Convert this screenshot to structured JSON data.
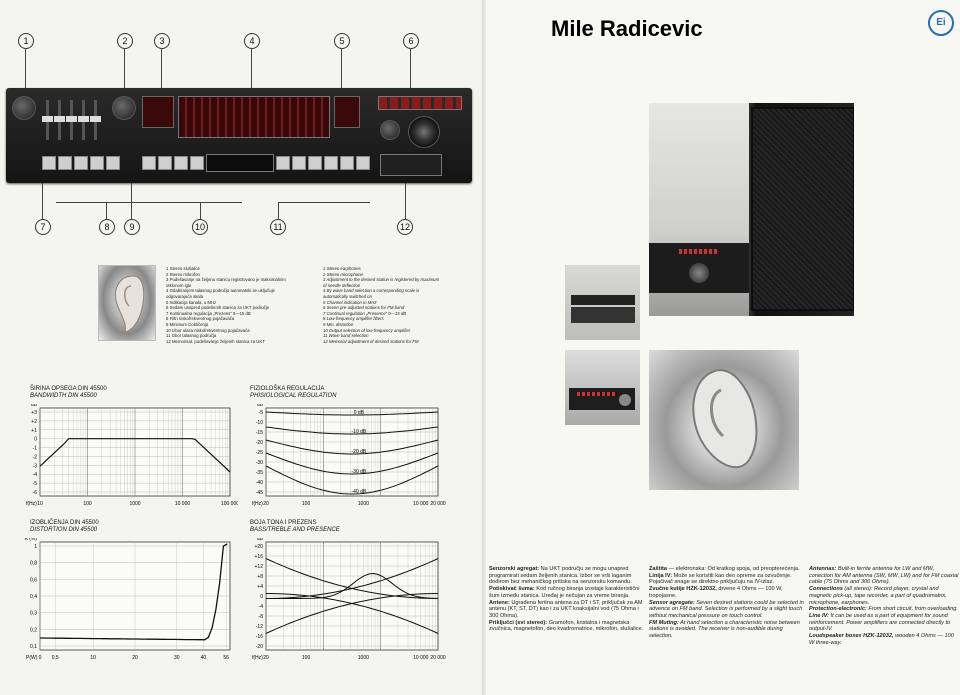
{
  "header": {
    "title": "Mile Radicevic",
    "logo": "Ei"
  },
  "device": {
    "callouts": [
      "1",
      "2",
      "3",
      "4",
      "5",
      "6",
      "7",
      "8",
      "9",
      "10",
      "11",
      "12"
    ]
  },
  "legend_sr": [
    "1 Stereo slušalice",
    "2 Stereo mikrofon",
    "3 Podešavanje na željenu stanicu registrovano je maksimalnim",
    "   otklonom igle",
    "4 Odabiranjem talasnog područja automatski se uključuje",
    "   odgovarajuća skala",
    "5 Indikacija kanala, u MHz",
    "6 Sedam unapred podešenih stanica za UKT područje",
    "7 Kontinualna regulacija „Prezens“ 0—15 dB",
    "8 Filtri niskofrekventnog pojačavača",
    "9 Minimum izobličenja",
    "10 Izbor ulaza niskofrekventnog pojačavača",
    "11 Izbor talasnog područja",
    "12 Memorisat. podešavanje željenih stanica za UKT"
  ],
  "legend_en": [
    "1 Stereo earphones",
    "2 Stereo microphone",
    "3 Adjustment to the desired station is registered by maximum",
    "   of needle deflection",
    "4 By wave band selection a corresponding scale is",
    "   automatically switched on",
    "5 Channel indication in MHz",
    "6 Seven pre-adjusted stations for FM band",
    "7 Continual regulation „Presence“ 0—15 dB",
    "8 Low-frequency amplifier filters",
    "9 Min. distortion",
    "10 Output selection of low-frequency amplifier",
    "11 Wave band selection",
    "12 Memorial adjustment of desired stations for FM"
  ],
  "graphs": {
    "bandwidth": {
      "title": "ŠIRINA OPSEGA DIN 45500",
      "subtitle": "BANDWIDTH DIN 45500",
      "ylabel": "dB",
      "xunit": "f(Hz)",
      "yticks": [
        "+3",
        "+2",
        "+1",
        "0",
        "-1",
        "-2",
        "-3",
        "-4",
        "-5",
        "-6"
      ],
      "xticks": [
        "10",
        "100",
        "1000",
        "10 000",
        "100 000"
      ]
    },
    "physiological": {
      "title": "FIZIOLOŠKA REGULACIJA",
      "subtitle": "PHISIOLOGICAL REGULATION",
      "ylabel": "dB",
      "xunit": "f(Hz)",
      "yticks": [
        "-5",
        "-10",
        "-15",
        "-20",
        "-25",
        "-30",
        "-35",
        "-40",
        "-45"
      ],
      "xticks": [
        "20",
        "100",
        "1000",
        "10 000",
        "20 000"
      ],
      "curve_labels": [
        "0 dB",
        "-10 dB",
        "-20 dB",
        "-30 dB",
        "-40 dB"
      ]
    },
    "distortion": {
      "title": "IZOBLIČENJA DIN 45500",
      "subtitle": "DISTORTION DIN 45500",
      "ylabel": "K (%)",
      "xunit": "P(W)",
      "yticks": [
        "1",
        "0,8",
        "0,6",
        "0,4",
        "0,3",
        "0,2",
        "0,1"
      ],
      "xticks": [
        "0",
        "0,5",
        "10",
        "20",
        "30",
        "40",
        "56"
      ]
    },
    "tone": {
      "title": "BOJA TONA I PREZENS",
      "subtitle": "BASS/TREBLE AND PRESENCE",
      "ylabel": "dB",
      "xunit": "f(Hz)",
      "yticks": [
        "+20",
        "+16",
        "+12",
        "+8",
        "+4",
        "0",
        "-4",
        "-8",
        "-12",
        "-16",
        "-20"
      ],
      "xticks": [
        "20",
        "100",
        "1000",
        "10 000",
        "20 000"
      ]
    }
  },
  "text_columns": [
    [
      {
        "h": "Senzorski agregat:",
        "t": "Na UKT području se mogu unapred programirati sedam željenih stanica. Izbor se vrši lаganim dodirom bez mehaničkog pritiska na senzorsku komandu."
      },
      {
        "h": "Potiskivač šuma:",
        "t": "Kod ručnog biranja izostaje karakteristični šum između stanica. Uređaj je neču­jan za vreme biranja."
      },
      {
        "h": "Antene:",
        "t": "Ugrađena feritna antena za DT i ST, priključak za AM antenu (KT, ST, DT) kao i za UKT koaksijalni vod (75 Ohma i 300 Ohma)."
      },
      {
        "h": "Priključci (svi stereo):",
        "t": "Gramofon, kristalna i magnetska zvučnica, magnetofon, deo kvadromatrice, mikrofon, slušalice."
      }
    ],
    [
      {
        "h": "Zaštita",
        "t": "— elektronska: Od kratkog spoja, od preopterećenja."
      },
      {
        "h": "Linija IV:",
        "t": "Može se koristiti kao deo opreme za ozvučenje. Pojačivač snage se direktno priključuju na IV-izlaz."
      },
      {
        "h": "Zvučne kutije HZK-12032,",
        "t": "drvene 4 Ohms — 100 W, tropojasne."
      },
      {
        "h": "Sensor agregate:",
        "t": "Seven desired stations could be selected in advence on FM band. Selection is performed by a slight touch without mechanical pressure on touch control.",
        "en": true
      },
      {
        "h": "FM Muting:",
        "t": "At hand selection a characteristic noise between stations is avoided. The receiver is non-audible during selection.",
        "en": true
      }
    ],
    [
      {
        "h": "Antennas:",
        "t": "Built-in ferrite antenna for LW and MW, conection for AM antenna (SW, MW, LW) and for FM coaxial cable (75 Ohms and 300 Ohms).",
        "en": true
      },
      {
        "h": "Connections",
        "t": "(all stereo): Record player, crystal and magnetic pick-up, tape recorder, a part of quadromatrix, microphone, earphones.",
        "en": true
      },
      {
        "h": "Protection-electronic:",
        "t": "From short circuit, from overloading.",
        "en": true
      },
      {
        "h": "Line IV:",
        "t": "It can be used as a part of equipment for sound reinforcement. Power amplifiers are connected directly to output-IV.",
        "en": true
      },
      {
        "h": "Loudspeaker boxes HZK-12032,",
        "t": "wooden 4 Ohms — 100 W three-way.",
        "en": true
      }
    ]
  ]
}
